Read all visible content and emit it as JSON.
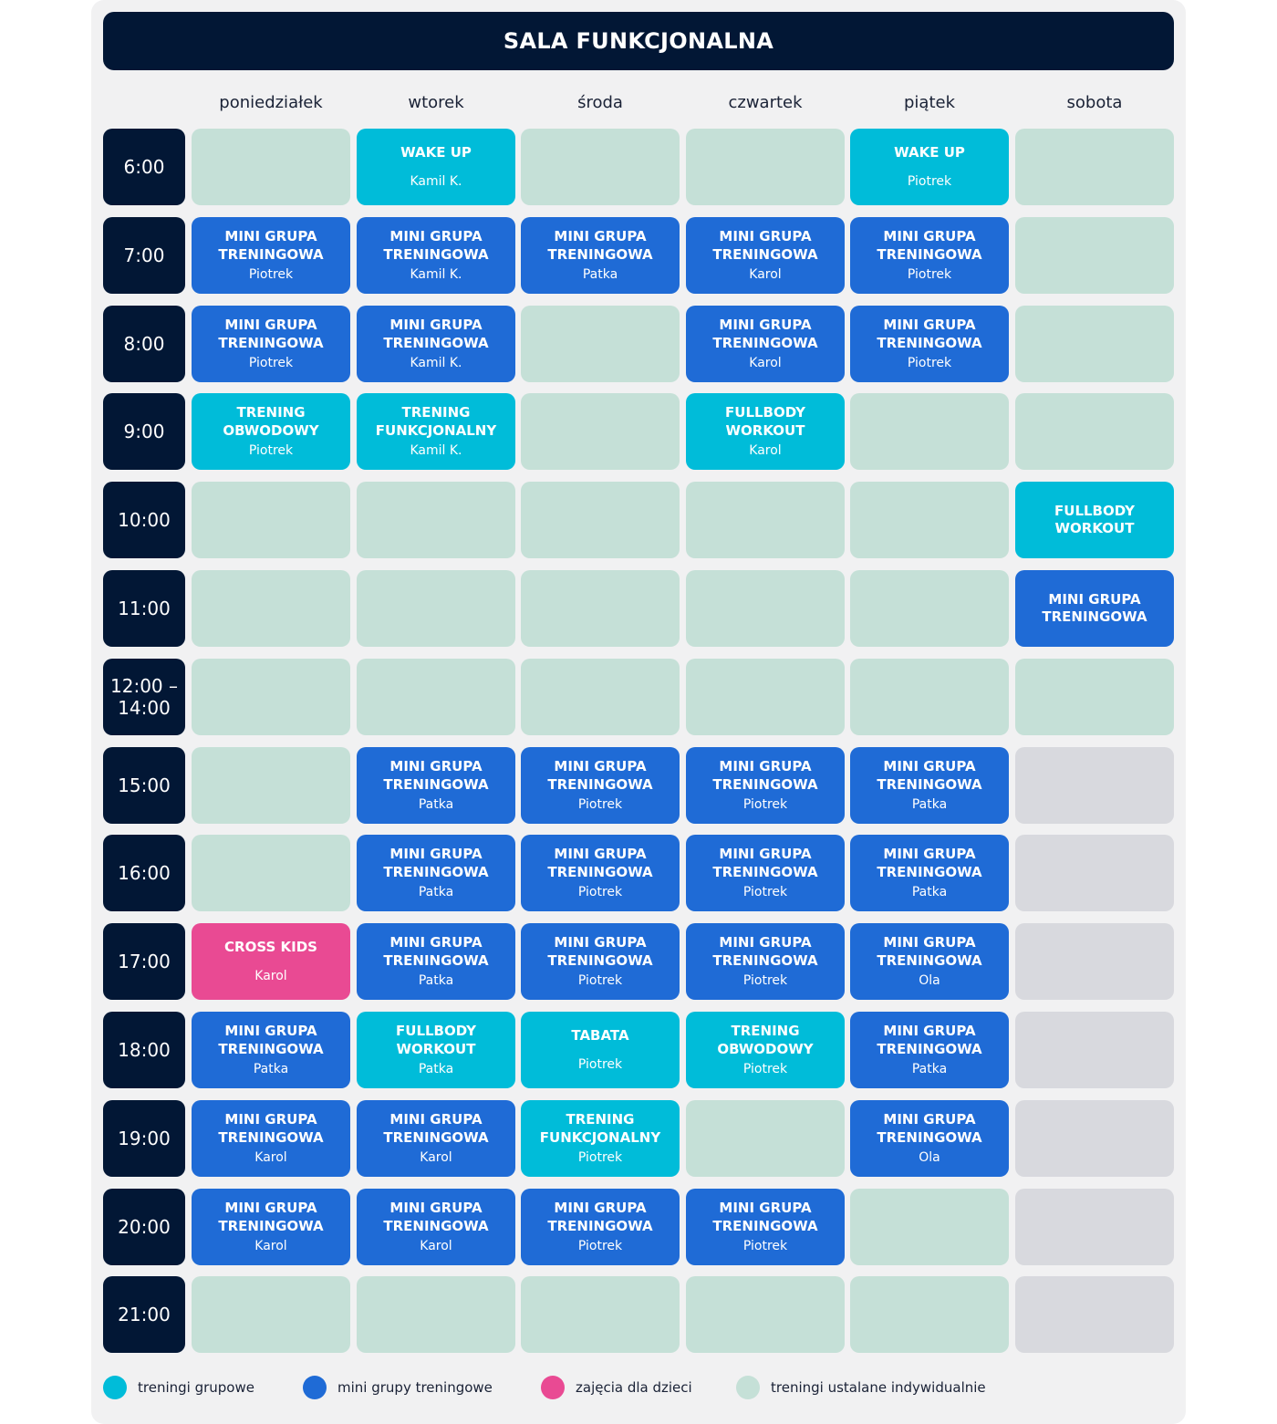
{
  "title": "SALA FUNKCJONALNA",
  "days": [
    "poniedziałek",
    "wtorek",
    "środa",
    "czwartek",
    "piątek",
    "sobota"
  ],
  "colors": {
    "group": "#00bcd9",
    "mini": "#1f6bd6",
    "kids": "#e94a93",
    "individual": "#c5e0d7",
    "unavailable": "#d8d9de",
    "time_bg": "#021735"
  },
  "rows": [
    {
      "time": "6:00",
      "cells": [
        {
          "type": "empty-green"
        },
        {
          "type": "group",
          "name": "WAKE UP",
          "trainer": "Kamil K."
        },
        {
          "type": "empty-green"
        },
        {
          "type": "empty-green"
        },
        {
          "type": "group",
          "name": "WAKE UP",
          "trainer": "Piotrek"
        },
        {
          "type": "empty-green"
        }
      ]
    },
    {
      "time": "7:00",
      "cells": [
        {
          "type": "mini",
          "name": "MINI GRUPA\nTRENINGOWA",
          "trainer": "Piotrek"
        },
        {
          "type": "mini",
          "name": "MINI GRUPA\nTRENINGOWA",
          "trainer": "Kamil K."
        },
        {
          "type": "mini",
          "name": "MINI GRUPA\nTRENINGOWA",
          "trainer": "Patka"
        },
        {
          "type": "mini",
          "name": "MINI GRUPA\nTRENINGOWA",
          "trainer": "Karol"
        },
        {
          "type": "mini",
          "name": "MINI GRUPA\nTRENINGOWA",
          "trainer": "Piotrek"
        },
        {
          "type": "empty-green"
        }
      ]
    },
    {
      "time": "8:00",
      "cells": [
        {
          "type": "mini",
          "name": "MINI GRUPA\nTRENINGOWA",
          "trainer": "Piotrek"
        },
        {
          "type": "mini",
          "name": "MINI GRUPA\nTRENINGOWA",
          "trainer": "Kamil K."
        },
        {
          "type": "empty-green"
        },
        {
          "type": "mini",
          "name": "MINI GRUPA\nTRENINGOWA",
          "trainer": "Karol"
        },
        {
          "type": "mini",
          "name": "MINI GRUPA\nTRENINGOWA",
          "trainer": "Piotrek"
        },
        {
          "type": "empty-green"
        }
      ]
    },
    {
      "time": "9:00",
      "cells": [
        {
          "type": "group",
          "name": "TRENING\nOBWODOWY",
          "trainer": "Piotrek"
        },
        {
          "type": "group",
          "name": "TRENING\nFUNKCJONALNY",
          "trainer": "Kamil K."
        },
        {
          "type": "empty-green"
        },
        {
          "type": "group",
          "name": "FULLBODY\nWORKOUT",
          "trainer": "Karol"
        },
        {
          "type": "empty-green"
        },
        {
          "type": "empty-green"
        }
      ]
    },
    {
      "time": "10:00",
      "cells": [
        {
          "type": "empty-green"
        },
        {
          "type": "empty-green"
        },
        {
          "type": "empty-green"
        },
        {
          "type": "empty-green"
        },
        {
          "type": "empty-green"
        },
        {
          "type": "group",
          "name": "FULLBODY\nWORKOUT"
        }
      ]
    },
    {
      "time": "11:00",
      "cells": [
        {
          "type": "empty-green"
        },
        {
          "type": "empty-green"
        },
        {
          "type": "empty-green"
        },
        {
          "type": "empty-green"
        },
        {
          "type": "empty-green"
        },
        {
          "type": "mini",
          "name": "MINI GRUPA\nTRENINGOWA"
        }
      ]
    },
    {
      "time": "12:00 –\n14:00",
      "cells": [
        {
          "type": "empty-green"
        },
        {
          "type": "empty-green"
        },
        {
          "type": "empty-green"
        },
        {
          "type": "empty-green"
        },
        {
          "type": "empty-green"
        },
        {
          "type": "empty-green"
        }
      ]
    },
    {
      "time": "15:00",
      "cells": [
        {
          "type": "empty-green"
        },
        {
          "type": "mini",
          "name": "MINI GRUPA\nTRENINGOWA",
          "trainer": "Patka"
        },
        {
          "type": "mini",
          "name": "MINI GRUPA\nTRENINGOWA",
          "trainer": "Piotrek"
        },
        {
          "type": "mini",
          "name": "MINI GRUPA\nTRENINGOWA",
          "trainer": "Piotrek"
        },
        {
          "type": "mini",
          "name": "MINI GRUPA\nTRENINGOWA",
          "trainer": "Patka"
        },
        {
          "type": "empty-grey"
        }
      ]
    },
    {
      "time": "16:00",
      "cells": [
        {
          "type": "empty-green"
        },
        {
          "type": "mini",
          "name": "MINI GRUPA\nTRENINGOWA",
          "trainer": "Patka"
        },
        {
          "type": "mini",
          "name": "MINI GRUPA\nTRENINGOWA",
          "trainer": "Piotrek"
        },
        {
          "type": "mini",
          "name": "MINI GRUPA\nTRENINGOWA",
          "trainer": "Piotrek"
        },
        {
          "type": "mini",
          "name": "MINI GRUPA\nTRENINGOWA",
          "trainer": "Patka"
        },
        {
          "type": "empty-grey"
        }
      ]
    },
    {
      "time": "17:00",
      "cells": [
        {
          "type": "kids",
          "name": "CROSS KIDS",
          "trainer": "Karol"
        },
        {
          "type": "mini",
          "name": "MINI GRUPA\nTRENINGOWA",
          "trainer": "Patka"
        },
        {
          "type": "mini",
          "name": "MINI GRUPA\nTRENINGOWA",
          "trainer": "Piotrek"
        },
        {
          "type": "mini",
          "name": "MINI GRUPA\nTRENINGOWA",
          "trainer": "Piotrek"
        },
        {
          "type": "mini",
          "name": "MINI GRUPA\nTRENINGOWA",
          "trainer": "Ola"
        },
        {
          "type": "empty-grey"
        }
      ]
    },
    {
      "time": "18:00",
      "cells": [
        {
          "type": "mini",
          "name": "MINI GRUPA\nTRENINGOWA",
          "trainer": "Patka"
        },
        {
          "type": "group",
          "name": "FULLBODY\nWORKOUT",
          "trainer": "Patka"
        },
        {
          "type": "group",
          "name": "TABATA",
          "trainer": "Piotrek"
        },
        {
          "type": "group",
          "name": "TRENING\nOBWODOWY",
          "trainer": "Piotrek"
        },
        {
          "type": "mini",
          "name": "MINI GRUPA\nTRENINGOWA",
          "trainer": "Patka"
        },
        {
          "type": "empty-grey"
        }
      ]
    },
    {
      "time": "19:00",
      "cells": [
        {
          "type": "mini",
          "name": "MINI GRUPA\nTRENINGOWA",
          "trainer": "Karol"
        },
        {
          "type": "mini",
          "name": "MINI GRUPA\nTRENINGOWA",
          "trainer": "Karol"
        },
        {
          "type": "group",
          "name": "TRENING\nFUNKCJONALNY",
          "trainer": "Piotrek"
        },
        {
          "type": "empty-green"
        },
        {
          "type": "mini",
          "name": "MINI GRUPA\nTRENINGOWA",
          "trainer": "Ola"
        },
        {
          "type": "empty-grey"
        }
      ]
    },
    {
      "time": "20:00",
      "cells": [
        {
          "type": "mini",
          "name": "MINI GRUPA\nTRENINGOWA",
          "trainer": "Karol"
        },
        {
          "type": "mini",
          "name": "MINI GRUPA\nTRENINGOWA",
          "trainer": "Karol"
        },
        {
          "type": "mini",
          "name": "MINI GRUPA\nTRENINGOWA",
          "trainer": "Piotrek"
        },
        {
          "type": "mini",
          "name": "MINI GRUPA\nTRENINGOWA",
          "trainer": "Piotrek"
        },
        {
          "type": "empty-green"
        },
        {
          "type": "empty-grey"
        }
      ]
    },
    {
      "time": "21:00",
      "cells": [
        {
          "type": "empty-green"
        },
        {
          "type": "empty-green"
        },
        {
          "type": "empty-green"
        },
        {
          "type": "empty-green"
        },
        {
          "type": "empty-green"
        },
        {
          "type": "empty-grey"
        }
      ]
    }
  ],
  "legend": [
    {
      "type": "group",
      "label": "treningi grupowe"
    },
    {
      "type": "mini",
      "label": "mini grupy treningowe"
    },
    {
      "type": "kids",
      "label": "zajęcia dla dzieci"
    },
    {
      "type": "individual",
      "label": "treningi ustalane indywidualnie"
    }
  ]
}
